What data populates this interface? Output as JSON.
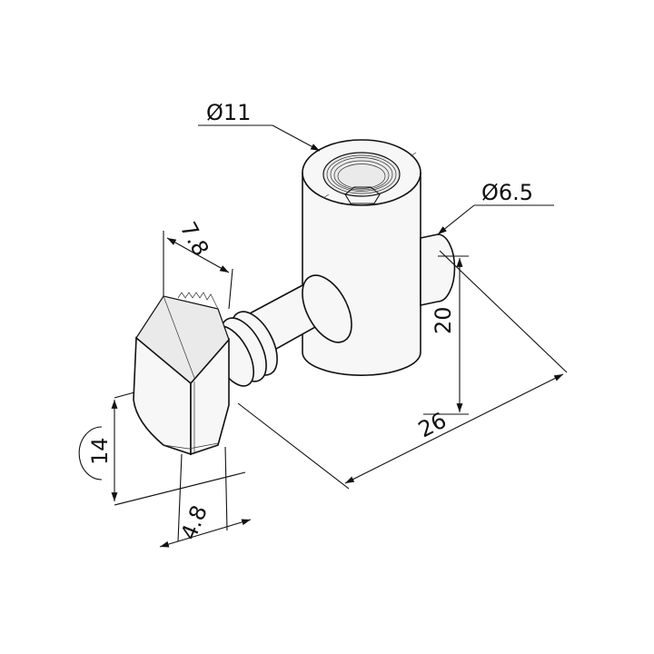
{
  "drawing": {
    "dimensions": {
      "bore_diameter": "Ø11",
      "hole_diameter": "Ø6.5",
      "head_width": "7.8",
      "body_height": "20",
      "overall_length": "26",
      "head_height": "14",
      "head_thickness": "4.8"
    }
  }
}
